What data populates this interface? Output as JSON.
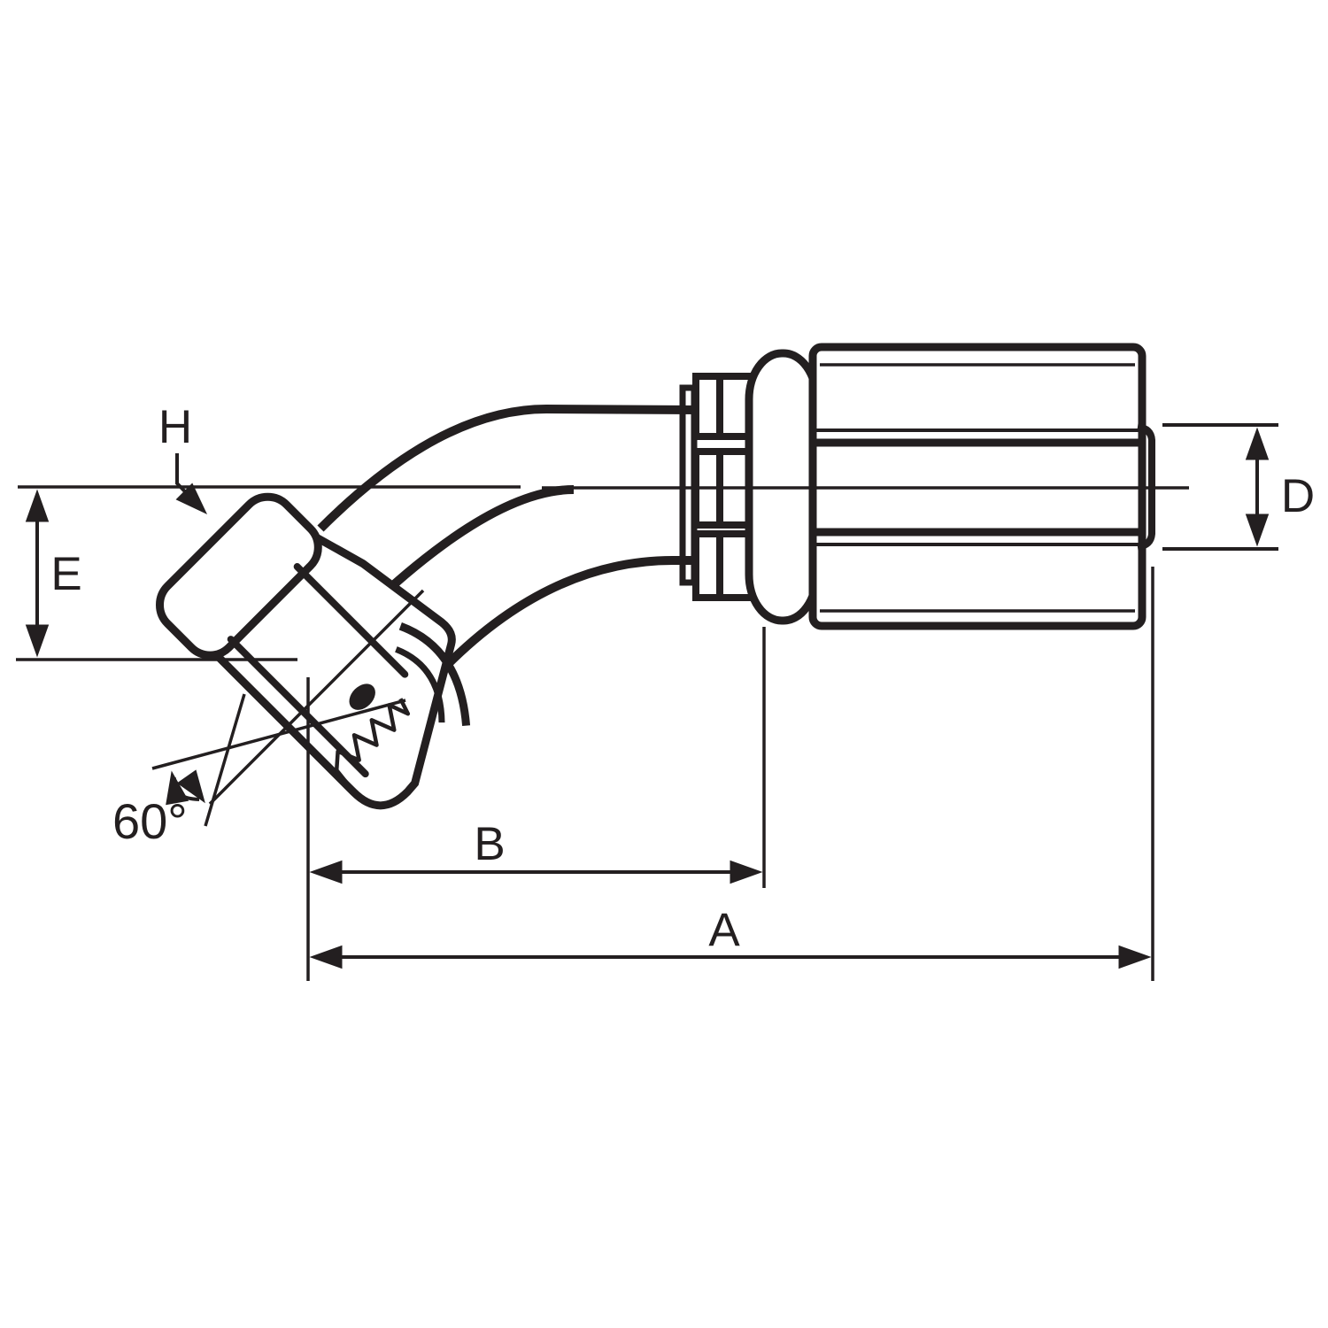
{
  "diagram": {
    "type": "technical-drawing",
    "subject": "45-degree elbow swivel hose fitting, side elevation with dimension callouts",
    "labels": {
      "h": "H",
      "e": "E",
      "d": "D",
      "b": "B",
      "a": "A",
      "cone_angle": "60°"
    },
    "colors": {
      "ink": "#231f20",
      "background": "#ffffff"
    }
  }
}
